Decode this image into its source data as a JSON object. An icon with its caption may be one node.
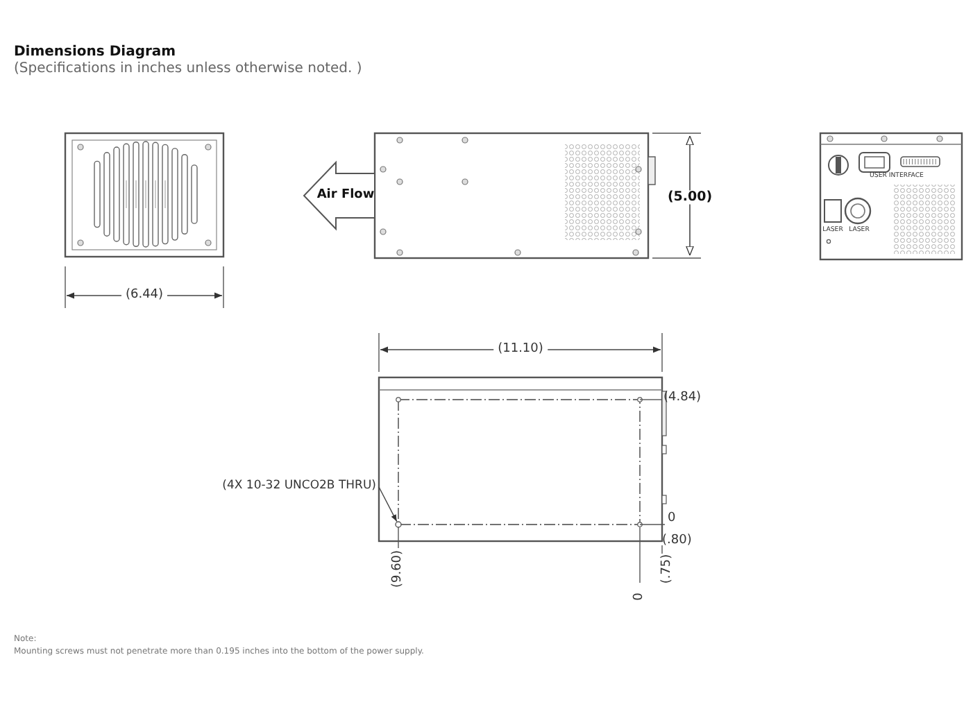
{
  "diagram": {
    "title": "Dimensions Diagram",
    "nodes": [
      {
        "text": [
          "(4X 10-32 UNCO2B THRU)"
        ]
      },
      {
        "text": [],
        "shape": "circle"
      }
    ],
    "edges": [
      {
        "from": 0,
        "to": 1,
        "arrow": "to"
      }
    ],
    "labels": [
      "(Specifications in inches unless otherwise noted. )",
      "Air Flow",
      "(5.00)",
      "USER INTERFACE",
      "LASER",
      "LASER",
      "(6.44)",
      "(11.10)",
      "(4.84)",
      "0",
      "(.80)",
      "(.75)",
      "(9.60)",
      "0",
      "Note:",
      "Mounting screws must not penetrate more than 0.195 inches into the bottom of the power supply."
    ]
  }
}
